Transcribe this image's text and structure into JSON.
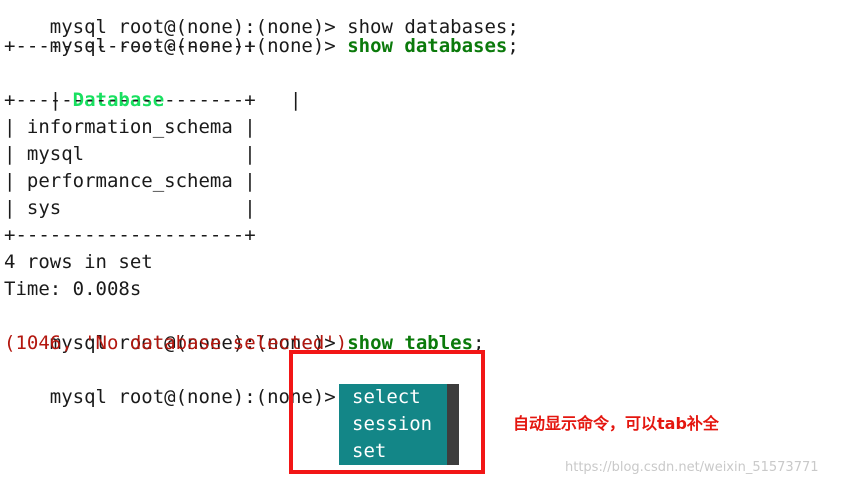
{
  "terminal": {
    "clipped_top_line": "mysql root@(none):(none)> show databases;",
    "lines": {
      "prompt1": "mysql root@(none):(none)> ",
      "cmd1": "show databases",
      "cmd1_end": ";",
      "border1": "+--------------------+",
      "header_left": "| ",
      "header": "Database",
      "header_right": "           |",
      "border2": "+--------------------+",
      "row1": "| information_schema |",
      "row2": "| mysql              |",
      "row3": "| performance_schema |",
      "row4": "| sys                |",
      "border3": "+--------------------+",
      "rows_info": "4 rows in set",
      "time_info": "Time: 0.008s",
      "prompt2": "mysql root@(none):(none)> ",
      "cmd2": "show tables",
      "cmd2_end": ";",
      "error": "(1046, 'No database selected')",
      "prompt3": "mysql root@(none):(none)> ",
      "typed": "se"
    }
  },
  "completion": {
    "items": [
      "select",
      "session",
      "set"
    ]
  },
  "annotation": {
    "text": "自动显示命令，可以tab补全"
  },
  "watermark": {
    "text": "https://blog.csdn.net/weixin_51573771"
  },
  "colors": {
    "command": "#0b7a0b",
    "header": "#19e060",
    "error": "#b3170f",
    "cursor": "#19e81c",
    "menu_bg": "#138687",
    "highlight": "#f21616"
  }
}
